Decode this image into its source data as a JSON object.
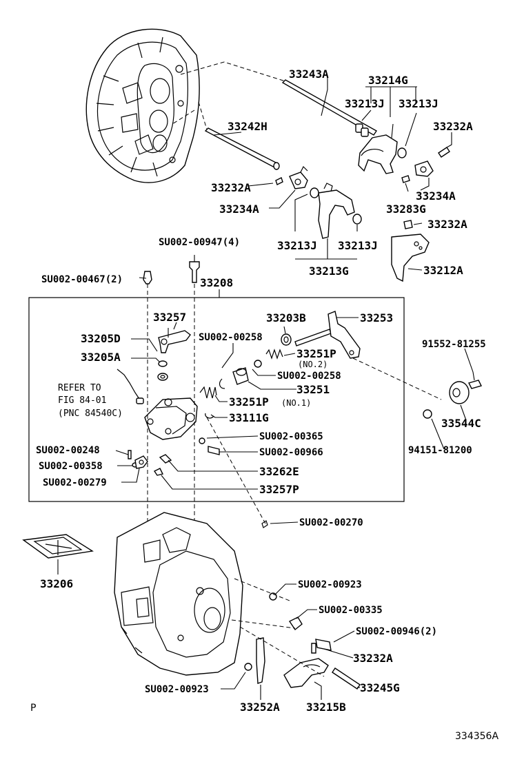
{
  "labels": {
    "p33243A": "33243A",
    "p33214G": "33214G",
    "p33213J_a": "33213J",
    "p33213J_b": "33213J",
    "p33232A_a": "33232A",
    "p33242H": "33242H",
    "p33232A_b": "33232A",
    "p33234A_a": "33234A",
    "p33234A_b": "33234A",
    "p33283G": "33283G",
    "p33232A_c": "33232A",
    "p33213J_c": "33213J",
    "p33213J_d": "33213J",
    "p33213G": "33213G",
    "p33212A": "33212A",
    "su00947": "SU002-00947(4)",
    "su00467": "SU002-00467(2)",
    "p33208": "33208",
    "p33257": "33257",
    "p33203B": "33203B",
    "p33253": "33253",
    "p33205D": "33205D",
    "p33205A": "33205A",
    "su00258_a": "SU002-00258",
    "p33251P_2": "33251P",
    "no2": "(NO.2)",
    "su00258_b": "SU002-00258",
    "p33251": "33251",
    "ref1": "REFER TO",
    "ref2": "FIG 84-01",
    "ref3": "(PNC 84540C)",
    "p33251P_1": "33251P",
    "no1": "(NO.1)",
    "p33111G": "33111G",
    "p91552": "91552-81255",
    "p33544C": "33544C",
    "p94151": "94151-81200",
    "su00365": "SU002-00365",
    "su00248": "SU002-00248",
    "su00966": "SU002-00966",
    "su00358": "SU002-00358",
    "p33262E": "33262E",
    "su00279": "SU002-00279",
    "p33257P": "33257P",
    "su00270": "SU002-00270",
    "p33206": "33206",
    "su00923_a": "SU002-00923",
    "su00335": "SU002-00335",
    "su00946": "SU002-00946(2)",
    "p33232A_d": "33232A",
    "su00923_b": "SU002-00923",
    "p33245G": "33245G",
    "p33252A": "33252A",
    "p33215B": "33215B"
  },
  "footer": {
    "left_mark": "P",
    "figure_id": "334356A"
  }
}
